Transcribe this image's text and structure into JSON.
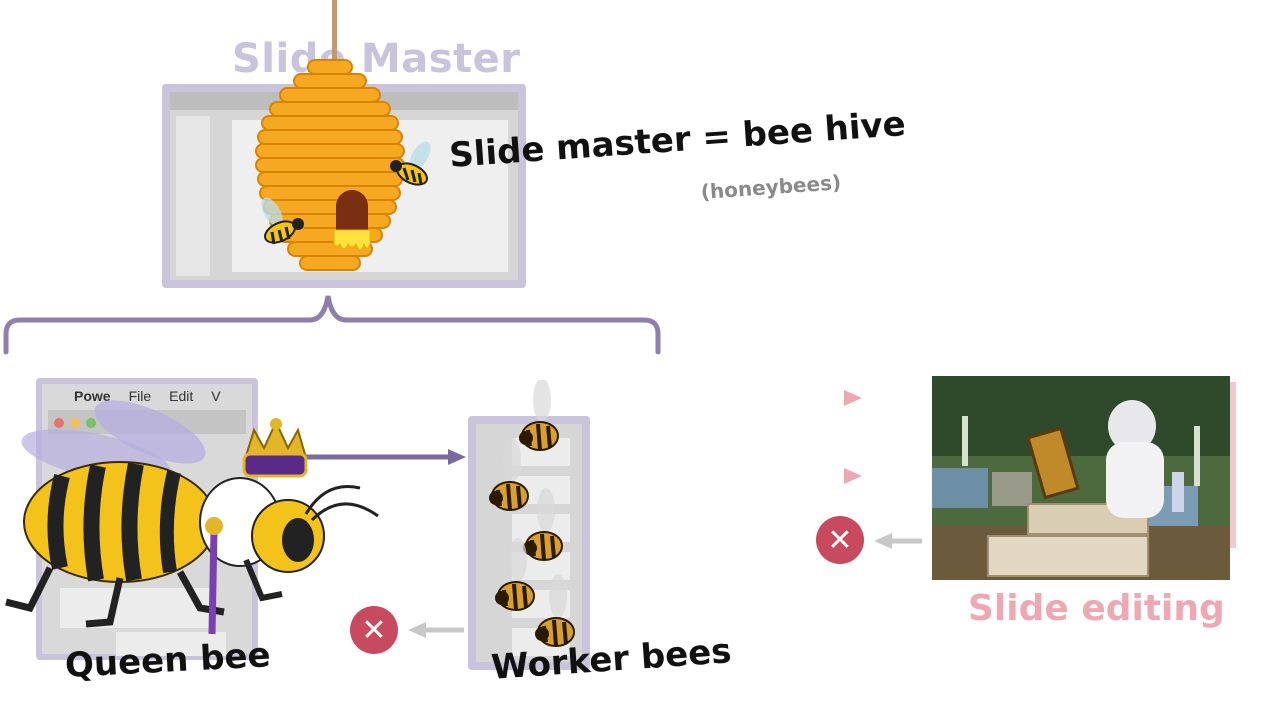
{
  "heading": "Slide Master",
  "hive_label": "Slide master = bee hive",
  "hive_sublabel": "(honeybees)",
  "queen_label": "Queen bee",
  "worker_label": "Worker bees",
  "editing_label": "Slide editing",
  "menu": {
    "app": "Powe",
    "file": "File",
    "edit": "Edit",
    "v": "V"
  },
  "reject_symbol": "✕",
  "colors": {
    "frame": "#c9c3dc",
    "brace": "#8e7fac",
    "arrow_start": "#7b6a9e",
    "arrow_end": "#eea8b4",
    "reject": "#c84a5e",
    "hive": "#f7a823"
  }
}
